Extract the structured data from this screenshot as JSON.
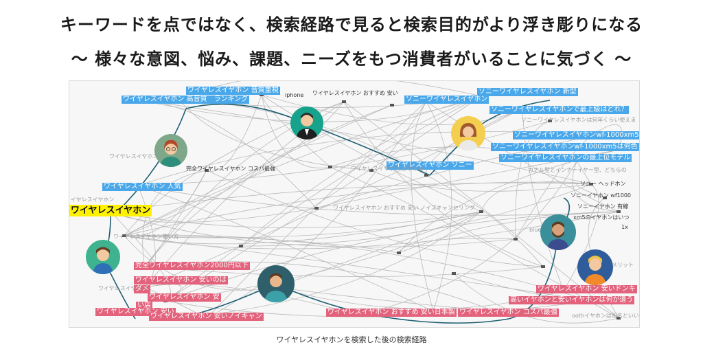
{
  "header": {
    "title": "キーワードを点ではなく、検索経路で見ると検索目的がより浮き彫りになる",
    "subtitle": "〜 様々な意図、悩み、課題、ニーズをもつ消費者がいることに気づく 〜"
  },
  "caption": "ワイヤレスイヤホンを検索した後の検索経路",
  "graph": {
    "root_label": "ワイヤレスイヤホン",
    "blue_labels": [
      "ワイヤレスイヤホン 音質重視",
      "ワイヤレスイヤホン 高音質　ランキング",
      "ワイヤレスイヤホン 人気",
      "ワイヤレスイヤホン ソニー",
      "ソニーワイヤレスイヤホン 新型",
      "ソニーワイヤレスイヤホン",
      "ソニーワイヤレスイヤホンで最上級はどれ？",
      "ソニーワイヤレスイヤホンwf-1000xm5",
      "ソニーワイヤレスイヤホンwf-1000xm5は何色",
      "ソニーワイヤレスイヤホンの最上位モデル"
    ],
    "pink_labels": [
      "完全ワイヤレスイヤホン2000円以下",
      "ワイヤレスイヤホン 安いのは",
      "ダメ",
      "ワイヤレスイヤホン 安",
      "い店",
      "ワイヤレスイヤホン 安い",
      "ワイヤレスイヤホン 安いノイキャン",
      "ワイヤレスイヤホン おすすめ 安い日本製",
      "ワイヤレスイヤホン コスパ最強",
      "ワイヤレスイヤホン 安いドンキ",
      "高いイヤホンと安いイヤホンは何が違う"
    ],
    "dark_labels": [
      "ワイヤレスイヤホン おすすめ 安い",
      "iphone",
      "完全ワイヤレスイヤホン コスパ最強",
      "ソニー ヘッドホン",
      "ソニーイヤホン wf1000",
      "ソニーイヤホン 有線",
      "xm5のイヤホンはいつ",
      "1x"
    ],
    "gray_labels": [
      "ワイヤレスイヤホン ipho",
      "ワイヤレスイヤホン使い方",
      "ワイヤレスイヤホン おすすめ 安い ノイズキャンセリング",
      "ワイヤレスイヤホン おすすめ",
      "ソニーワイヤレスイヤホンは何年くらい使えま",
      "カナル型とインナーイヤー型、どちらの",
      "ワイヤレスイヤホン",
      "イヤレスイヤホン",
      "bluetooth",
      "デメリット",
      "oothイヤホンは別名といいま"
    ]
  },
  "colors": {
    "blue": "#4aa8ea",
    "pink": "#e3627c",
    "yellow": "#fff200",
    "edge_strong": "#1f5f73",
    "edge_weak": "#b8b8b8"
  }
}
